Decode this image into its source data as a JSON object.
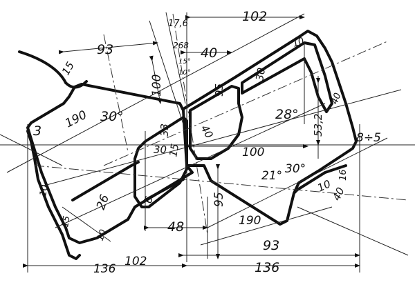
{
  "drawing": {
    "labels": {
      "d102_top": "102",
      "d17_6": "17,6",
      "d93_top": "93",
      "d268": "268",
      "d40_top": "40",
      "d15_deg": "15°",
      "d10_deg": "10°",
      "d15_left": "15",
      "d100_left": "100",
      "d95_mid": "95",
      "d10_top": "10",
      "d30_top": "30",
      "d190_left": "190",
      "d30deg_left": "30°",
      "d28deg": "28°",
      "d53_2": "53,2",
      "d40_right": "40",
      "d3": "3",
      "d33": "33",
      "d40_mid": "40",
      "d8_5": "8÷5",
      "d30_mid": "30",
      "d15_mid": "15",
      "d100_mid": "100",
      "d21deg": "21°",
      "d30deg_right": "30°",
      "d10_left": "10",
      "d26": "26",
      "d6": "6",
      "d95_low": "95",
      "d10_right": "10",
      "d40_right_low": "40",
      "d16": "16",
      "d15_lowleft": "15",
      "d10_lowleft": "10",
      "d48": "48",
      "d190_right": "190",
      "d93_bottom": "93",
      "d136_left": "136",
      "d102_bottom": "102",
      "d136_right": "136"
    }
  }
}
